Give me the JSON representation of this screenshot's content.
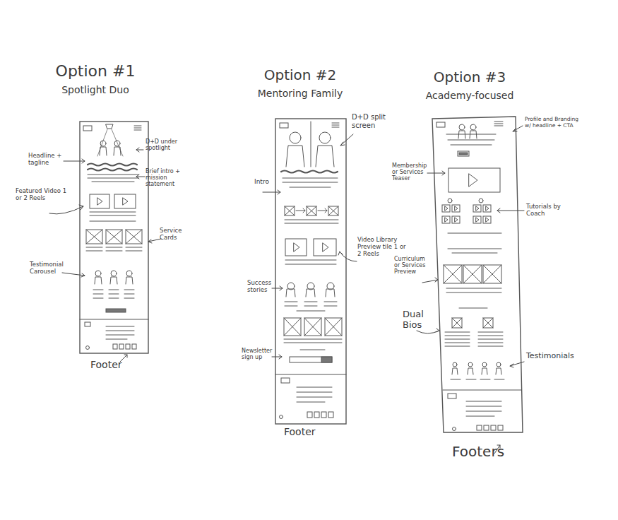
{
  "diagram": {
    "nodes": [
      {
        "text": [
          "Option #1",
          "Spotlight Duo"
        ]
      },
      {
        "text": [
          "Option #2",
          "Mentoring Family"
        ]
      },
      {
        "text": [
          "Option #3",
          "Academy-focused"
        ]
      }
    ],
    "labels": [
      "Headline + tagline",
      "D+D under spotlight",
      "Brief intro + mission statement",
      "Featured Video 1 or 2 Reels",
      "Service Cards",
      "Testimonial Carousel",
      "Footer",
      "D+D split screen",
      "Intro",
      "Video Library Preview tile 1 or 2 Reels",
      "Success stories",
      "Newsletter sign up",
      "Footer",
      "Profile and Branding w/ headline + CTA",
      "Membership or Services Teaser",
      "Tutorials by Coach",
      "Curriculum or Services Preview",
      "Dual Bios",
      "Testimonials",
      "Footers"
    ]
  }
}
